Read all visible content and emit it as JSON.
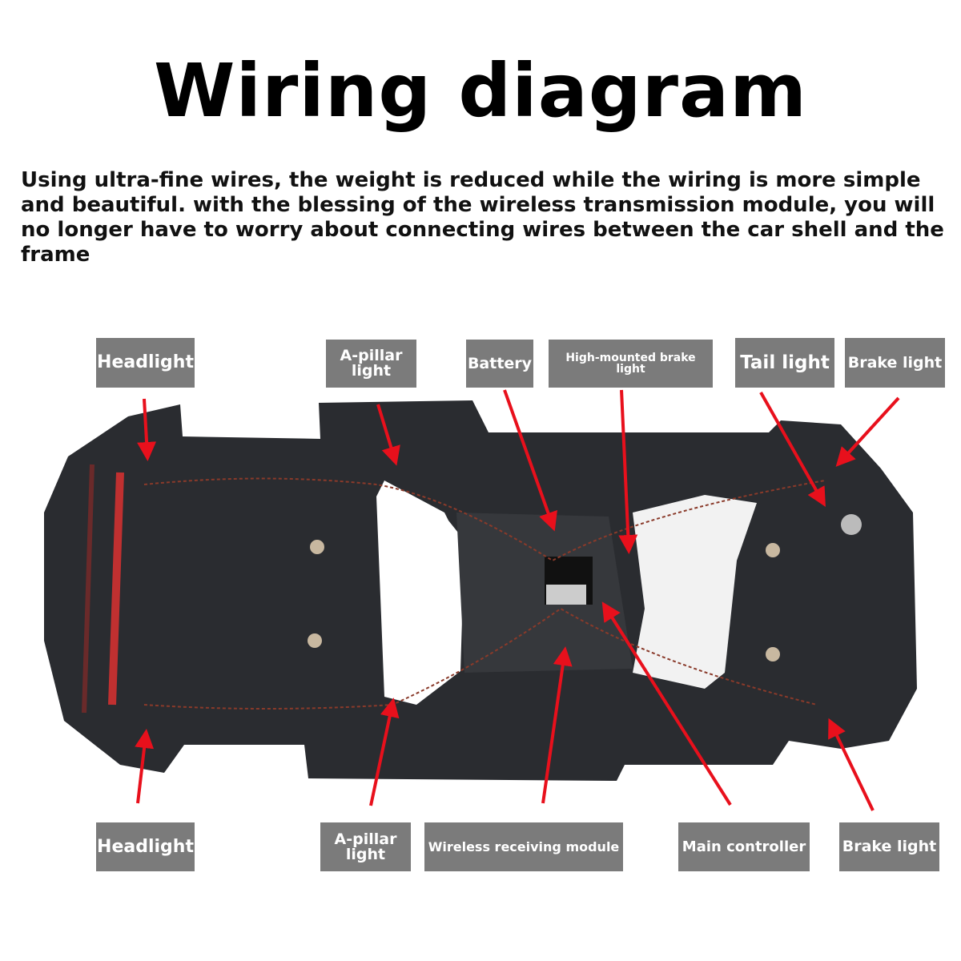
{
  "title": "Wiring diagram",
  "description": "Using ultra-fine wires, the weight is reduced while the wiring is more simple and beautiful. with the blessing of the wireless transmission module, you will no longer have to worry about connecting wires between the car shell and the frame",
  "labels_top": {
    "headlight": "Headlight",
    "a_pillar": "A-pillar light",
    "battery": "Battery",
    "high_mounted": "High-mounted brake light",
    "tail_light": "Tail light",
    "brake_light": "Brake light"
  },
  "labels_bottom": {
    "headlight": "Headlight",
    "a_pillar": "A-pillar light",
    "wireless": "Wireless receiving module",
    "main_controller": "Main controller",
    "brake_light": "Brake light"
  },
  "colors": {
    "arrow": "#e8101c",
    "label_bg": "#7b7b7b",
    "body": "#2a2c30"
  }
}
